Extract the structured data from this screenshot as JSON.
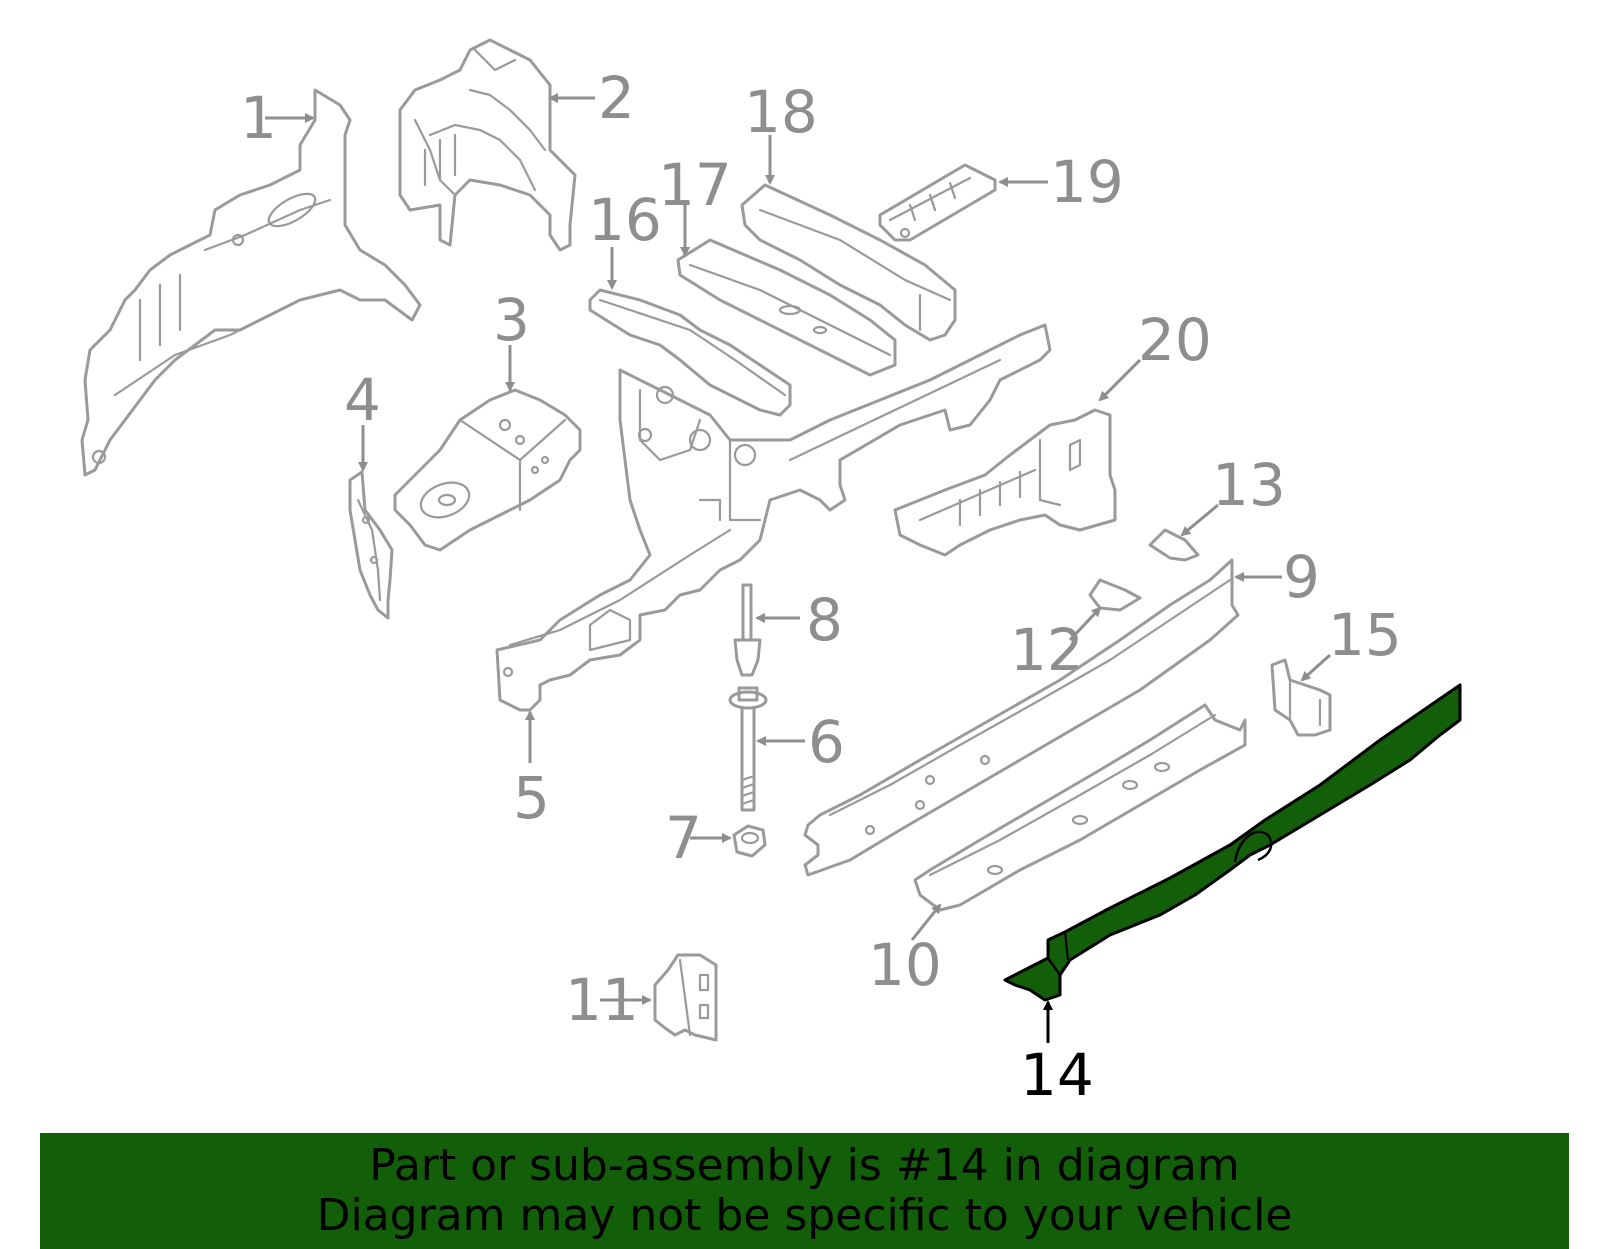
{
  "diagram": {
    "highlight_part": "14",
    "highlight_color": "#125e09",
    "part_color": "#9a9a9a",
    "callouts": [
      {
        "label": "1"
      },
      {
        "label": "2"
      },
      {
        "label": "3"
      },
      {
        "label": "4"
      },
      {
        "label": "5"
      },
      {
        "label": "6"
      },
      {
        "label": "7"
      },
      {
        "label": "8"
      },
      {
        "label": "9"
      },
      {
        "label": "10"
      },
      {
        "label": "11"
      },
      {
        "label": "12"
      },
      {
        "label": "13"
      },
      {
        "label": "14"
      },
      {
        "label": "15"
      },
      {
        "label": "16"
      },
      {
        "label": "17"
      },
      {
        "label": "18"
      },
      {
        "label": "19"
      },
      {
        "label": "20"
      }
    ]
  },
  "banner": {
    "line1": "Part or sub-assembly is #14 in diagram",
    "line2": "Diagram may not be specific to your vehicle",
    "background": "#125e09"
  }
}
